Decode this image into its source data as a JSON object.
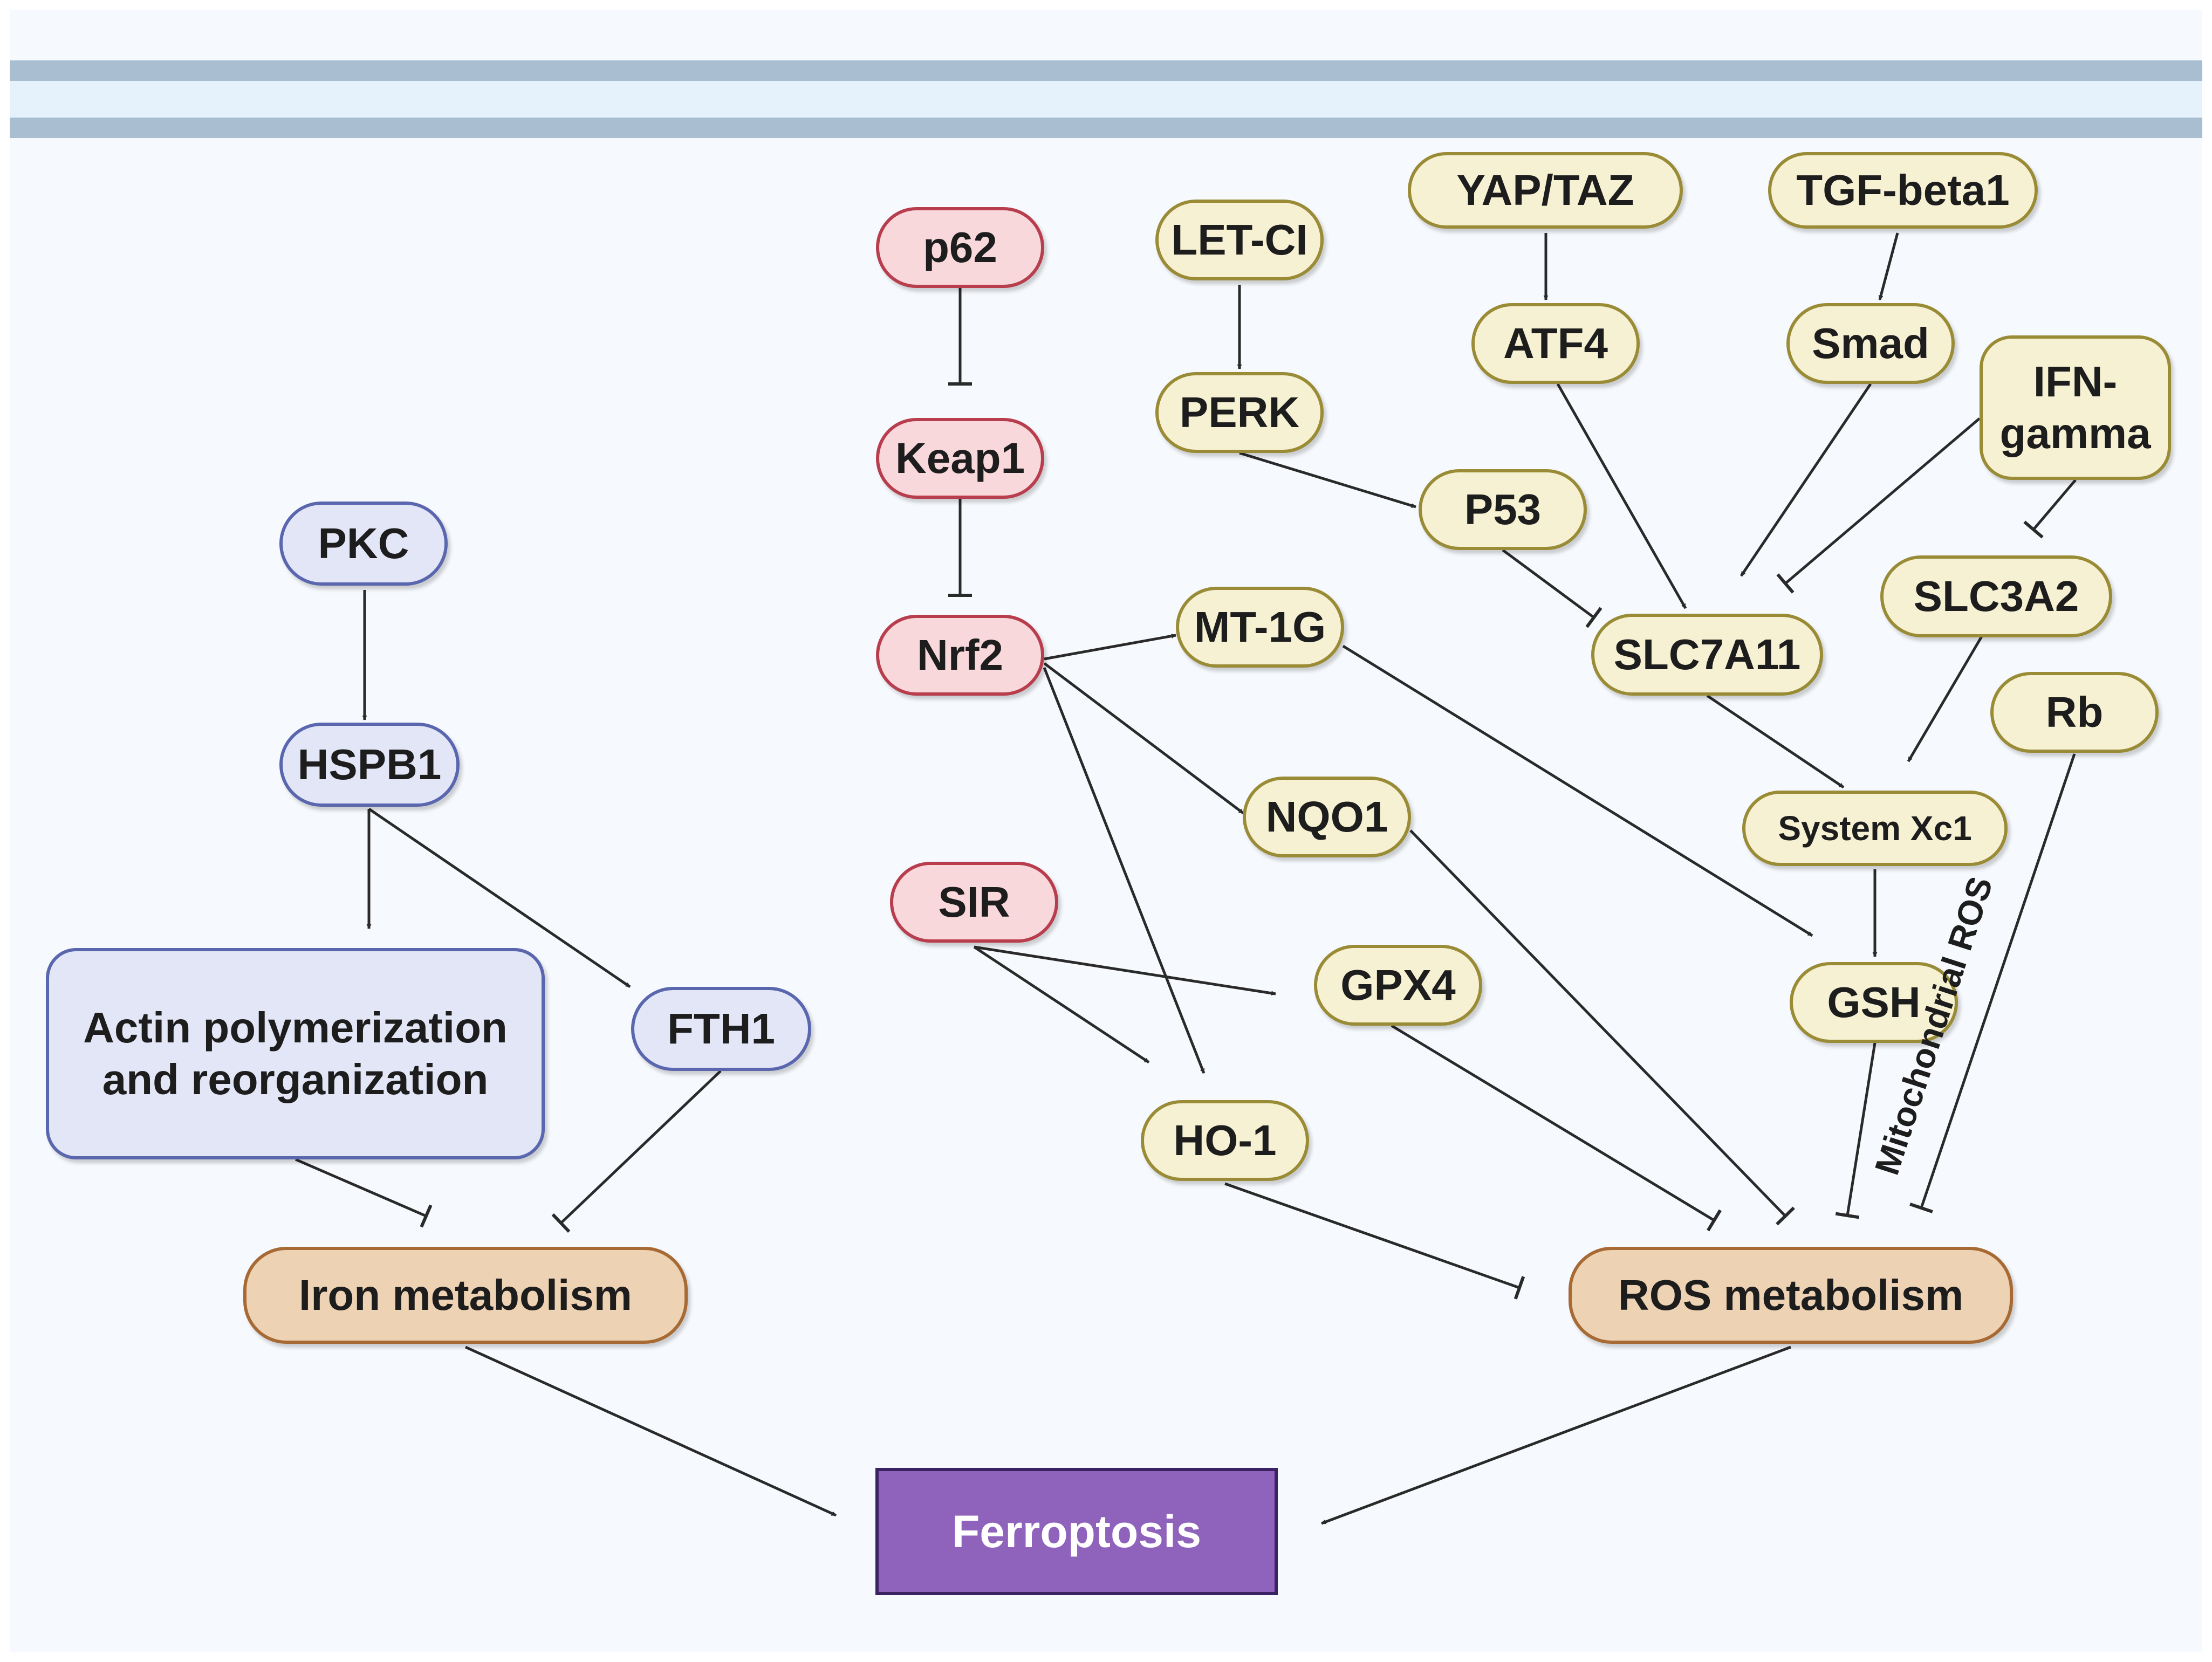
{
  "nodes": {
    "pkc": "PKC",
    "hspb1": "HSPB1",
    "actin": "Actin polymerization and reorganization",
    "fth1": "FTH1",
    "iron_metabolism": "Iron metabolism",
    "p62": "p62",
    "keap1": "Keap1",
    "nrf2": "Nrf2",
    "sir": "SIR",
    "let_ci": "LET-CI",
    "perk": "PERK",
    "p53": "P53",
    "mt1g": "MT-1G",
    "nqo1": "NQO1",
    "gpx4": "GPX4",
    "ho1": "HO-1",
    "yap_taz": "YAP/TAZ",
    "atf4": "ATF4",
    "tgf_beta1": "TGF-beta1",
    "smad": "Smad",
    "ifn_gamma": "IFN-gamma",
    "slc7a11": "SLC7A11",
    "slc3a2": "SLC3A2",
    "system_xc1": "System Xc1",
    "gsh": "GSH",
    "rb": "Rb",
    "ros_metabolism": "ROS metabolism",
    "ferroptosis": "Ferroptosis"
  },
  "labels": {
    "mitochondrial_ros": "Mitochondrial ROS"
  },
  "colors": {
    "blue_fill": "#e2e6f6",
    "blue_border": "#5a66ae",
    "red_fill": "#f9d8dc",
    "red_border": "#b83e4e",
    "yellow_fill": "#f6f1d3",
    "yellow_border": "#9a8c36",
    "tan_fill": "#edd2b3",
    "tan_border": "#a86a34",
    "purple_fill": "#8f63bc",
    "edge": "#2a2a2a"
  },
  "edges": [
    {
      "from": "pkc",
      "to": "hspb1",
      "type": "activation"
    },
    {
      "from": "hspb1",
      "to": "actin",
      "type": "activation"
    },
    {
      "from": "hspb1",
      "to": "fth1",
      "type": "activation"
    },
    {
      "from": "actin",
      "to": "iron_metabolism",
      "type": "inhibition"
    },
    {
      "from": "fth1",
      "to": "iron_metabolism",
      "type": "inhibition"
    },
    {
      "from": "iron_metabolism",
      "to": "ferroptosis",
      "type": "activation"
    },
    {
      "from": "p62",
      "to": "keap1",
      "type": "inhibition"
    },
    {
      "from": "keap1",
      "to": "nrf2",
      "type": "inhibition"
    },
    {
      "from": "nrf2",
      "to": "mt1g",
      "type": "activation"
    },
    {
      "from": "nrf2",
      "to": "nqo1",
      "type": "activation"
    },
    {
      "from": "nrf2",
      "to": "ho1",
      "type": "activation"
    },
    {
      "from": "sir",
      "to": "gpx4",
      "type": "activation"
    },
    {
      "from": "sir",
      "to": "ho1",
      "type": "activation"
    },
    {
      "from": "let_ci",
      "to": "perk",
      "type": "activation"
    },
    {
      "from": "perk",
      "to": "p53",
      "type": "activation"
    },
    {
      "from": "p53",
      "to": "slc7a11",
      "type": "inhibition"
    },
    {
      "from": "yap_taz",
      "to": "atf4",
      "type": "activation"
    },
    {
      "from": "atf4",
      "to": "slc7a11",
      "type": "activation"
    },
    {
      "from": "tgf_beta1",
      "to": "smad",
      "type": "activation"
    },
    {
      "from": "smad",
      "to": "slc7a11",
      "type": "activation"
    },
    {
      "from": "ifn_gamma",
      "to": "slc7a11",
      "type": "inhibition"
    },
    {
      "from": "ifn_gamma",
      "to": "slc3a2",
      "type": "inhibition"
    },
    {
      "from": "slc7a11",
      "to": "system_xc1",
      "type": "activation"
    },
    {
      "from": "slc3a2",
      "to": "system_xc1",
      "type": "activation"
    },
    {
      "from": "mt1g",
      "to": "gsh",
      "type": "activation"
    },
    {
      "from": "system_xc1",
      "to": "gsh",
      "type": "activation"
    },
    {
      "from": "gsh",
      "to": "ros_metabolism",
      "type": "inhibition"
    },
    {
      "from": "rb",
      "to": "ros_metabolism",
      "type": "inhibition"
    },
    {
      "from": "nqo1",
      "to": "ros_metabolism",
      "type": "inhibition"
    },
    {
      "from": "gpx4",
      "to": "ros_metabolism",
      "type": "inhibition"
    },
    {
      "from": "ho1",
      "to": "ros_metabolism",
      "type": "inhibition"
    },
    {
      "from": "ros_metabolism",
      "to": "ferroptosis",
      "type": "activation"
    }
  ]
}
